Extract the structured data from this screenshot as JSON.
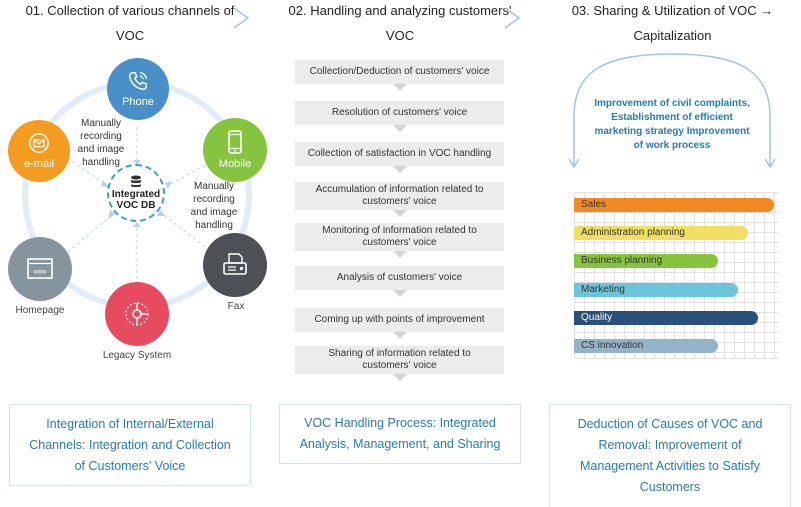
{
  "col1": {
    "title_line1": "01. Collection of various channels of",
    "title_line2": "VOC",
    "nodes": {
      "phone": "Phone",
      "email": "e-mail",
      "mobile": "Mobile",
      "homepage": "Homepage",
      "legacy": "Legacy System",
      "fax": "Fax"
    },
    "center_line1": "Integrated",
    "center_line2": "VOC DB",
    "manual_left": [
      "Manually",
      "recording",
      "and image",
      "handling"
    ],
    "manual_right": [
      "Manually",
      "recording",
      "and image",
      "handling"
    ],
    "caption": [
      "Integration of Internal/External",
      "Channels: Integration and Collection",
      "of Customers' Voice"
    ],
    "colors": {
      "phone": "#4a90c8",
      "email": "#f39c1f",
      "mobile": "#86c440",
      "homepage": "#86959d",
      "legacy": "#e74b5f",
      "fax": "#4d5155"
    }
  },
  "col2": {
    "title_line1": "02. Handling and analyzing customers'",
    "title_line2": "VOC",
    "steps": [
      [
        "Collection/Deduction of customers' voice"
      ],
      [
        "Resolution of customers' voice"
      ],
      [
        "Collection of satisfaction in VOC handling"
      ],
      [
        "Accumulation of information related to",
        "customers' voice"
      ],
      [
        "Monitoring of information related to",
        "customers' voice"
      ],
      [
        "Analysis of customers' voice"
      ],
      [
        "Coming up with points of improvement"
      ],
      [
        "Sharing of information related to",
        "customers' voice"
      ]
    ],
    "caption": [
      "VOC Handling Process: Integrated",
      "Analysis, Management, and Sharing"
    ]
  },
  "col3": {
    "title_line1": "03. Sharing & Utilization of VOC →",
    "title_line2": "Capitalization",
    "improvement": [
      "Improvement of civil complaints,",
      "Establishment of efficient",
      "marketing strategy Improvement",
      "of work process"
    ],
    "bars": [
      {
        "label": "Sales",
        "value": 100,
        "color": "#f28a23",
        "text_color": "#333333"
      },
      {
        "label": "Administration planning",
        "value": 87,
        "color": "#f1df63",
        "text_color": "#333333"
      },
      {
        "label": "Business planning",
        "value": 72,
        "color": "#86c440",
        "text_color": "#333333"
      },
      {
        "label": "Marketing",
        "value": 82,
        "color": "#6bc6dc",
        "text_color": "#333333"
      },
      {
        "label": "Quality",
        "value": 92,
        "color": "#2a4f7a",
        "text_color": "#ffffff"
      },
      {
        "label": "CS innovation",
        "value": 72,
        "color": "#93b3c8",
        "text_color": "#333333"
      }
    ],
    "caption": [
      "Deduction of Causes of VOC and",
      "Removal: Improvement of",
      "Management Activities to Satisfy",
      "Customers"
    ]
  }
}
